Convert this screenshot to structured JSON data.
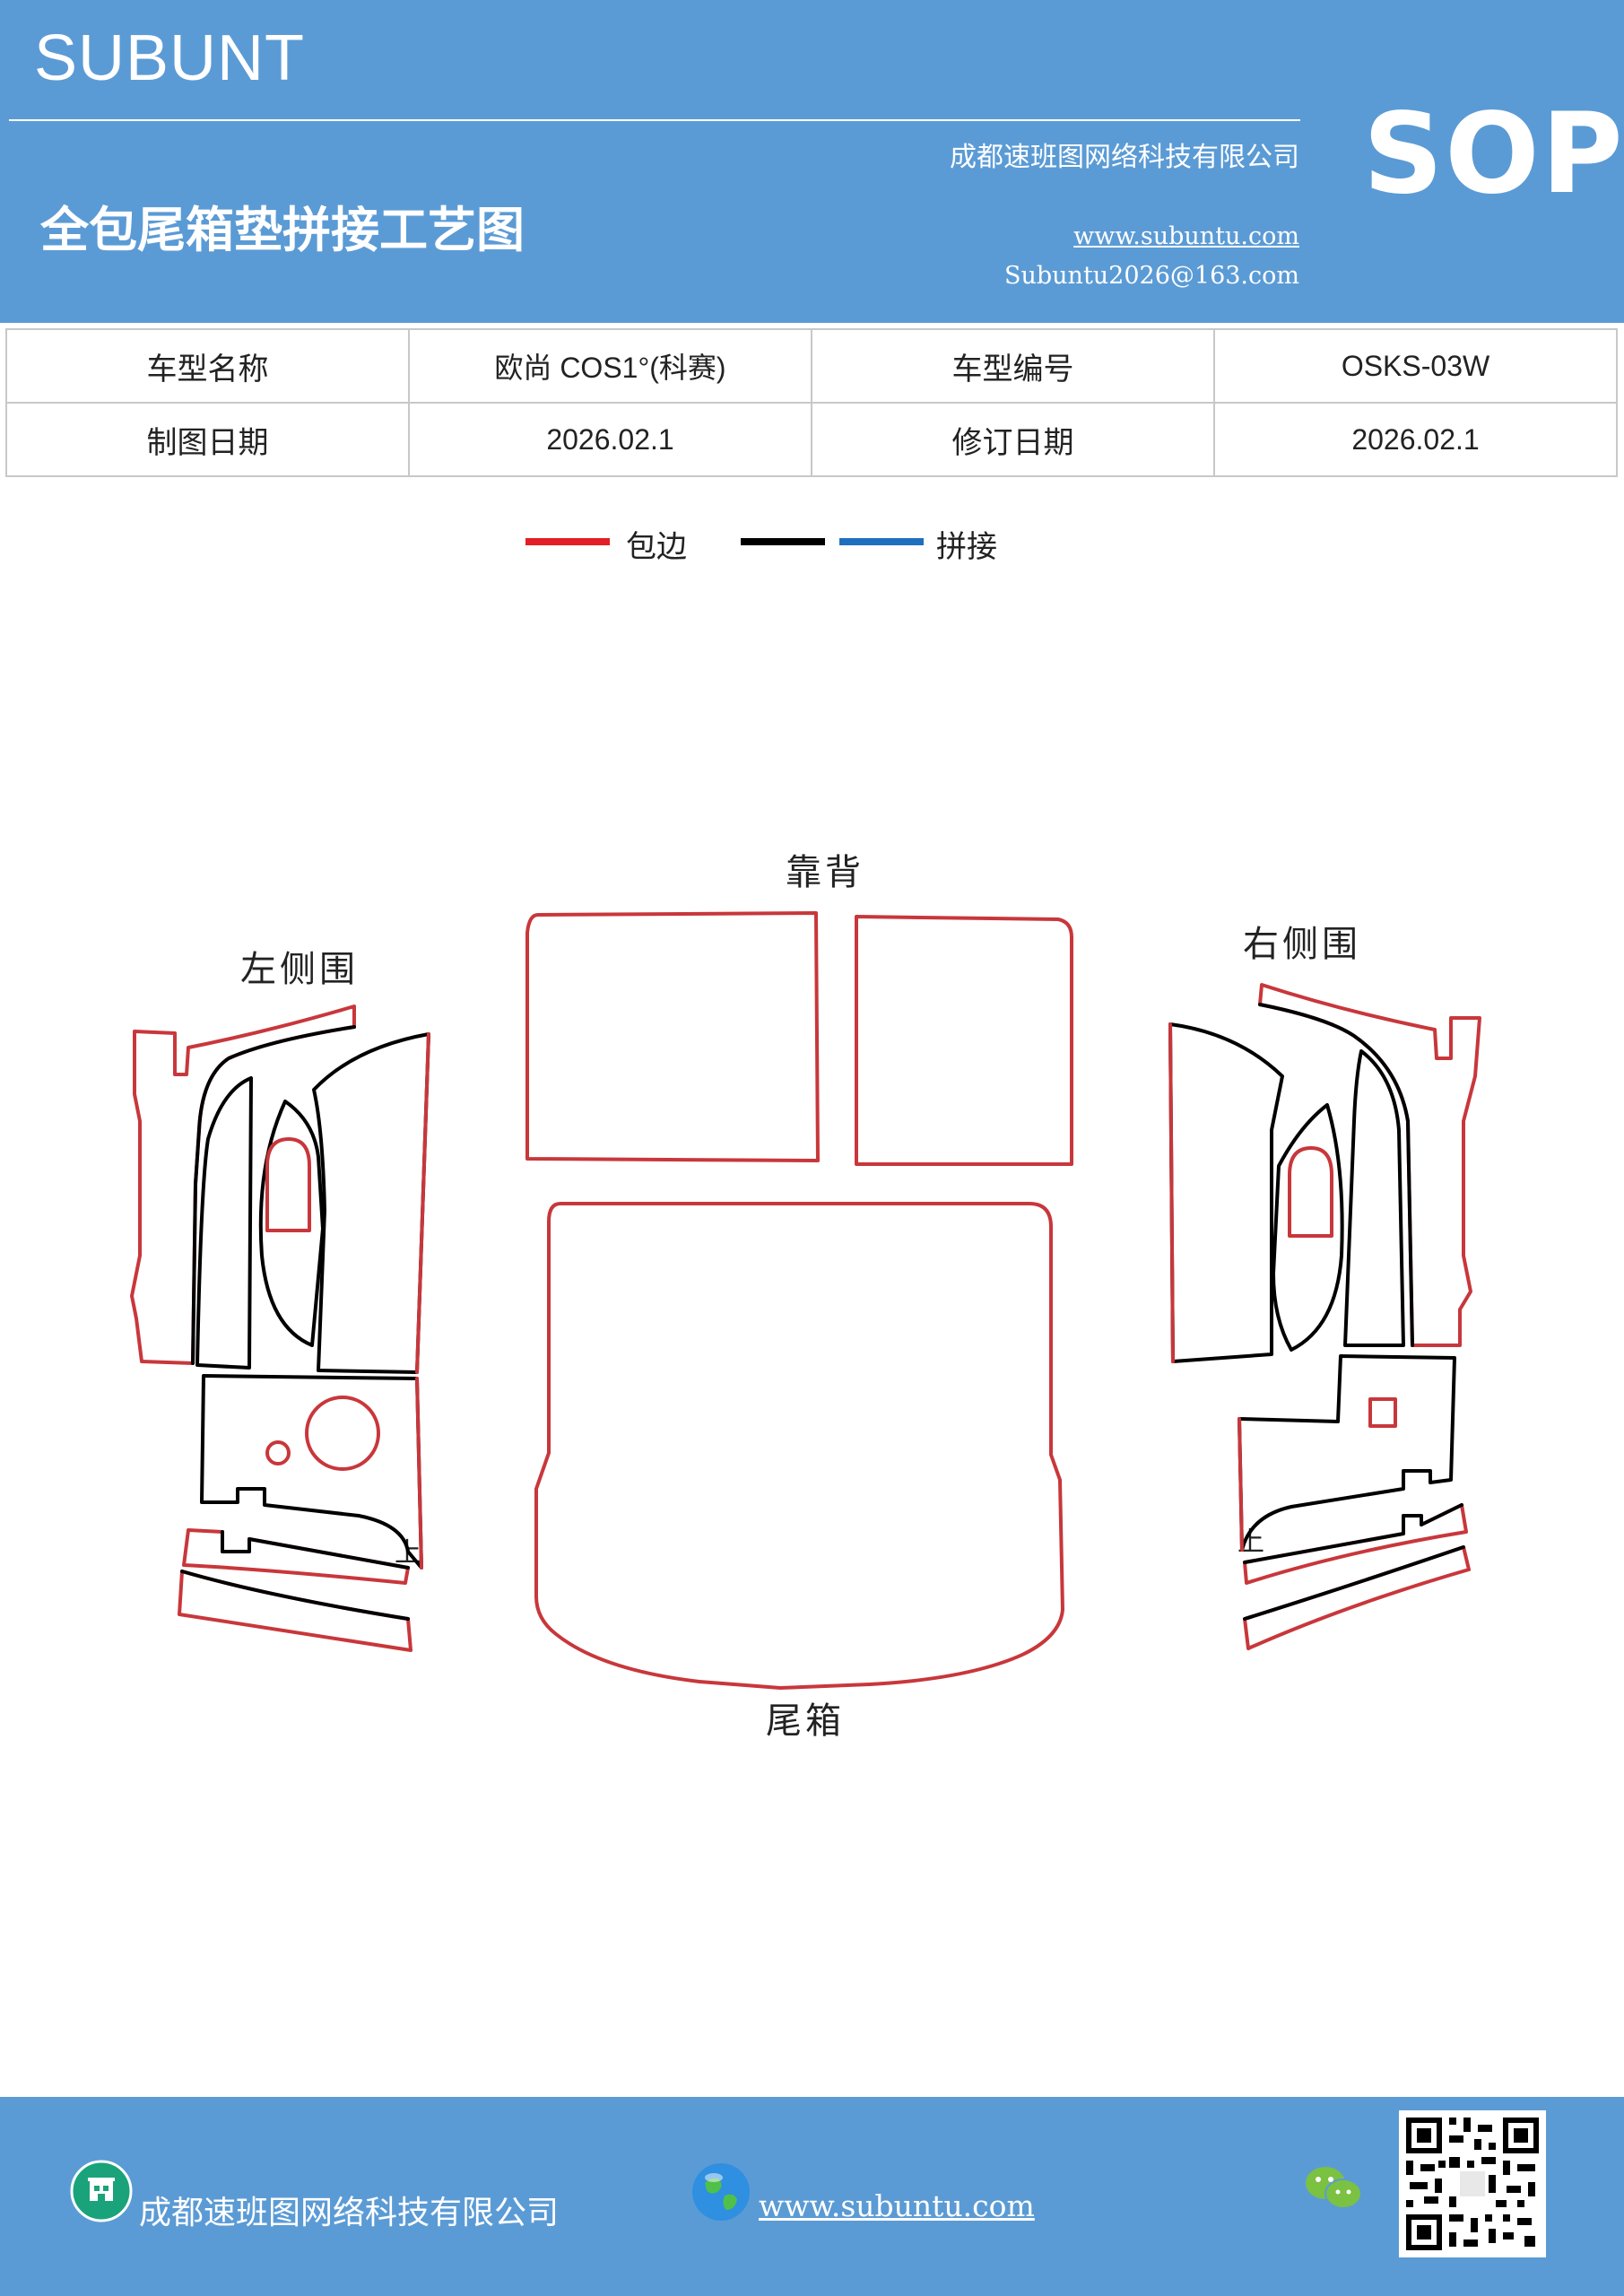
{
  "header": {
    "brand": "SUBUNT",
    "company": "成都速班图网络科技有限公司",
    "title": "全包尾箱垫拼接工艺图",
    "website": "www.subuntu.com",
    "email": "Subuntu2026@163.com",
    "badge": "SOP"
  },
  "info": {
    "model_name_label": "车型名称",
    "model_name_value": "欧尚 COS1°(科赛)",
    "model_code_label": "车型编号",
    "model_code_value": "OSKS-03W",
    "draw_date_label": "制图日期",
    "draw_date_value": "2026.02.1",
    "revise_date_label": "修订日期",
    "revise_date_value": "2026.02.1"
  },
  "legend": {
    "edge_label": "包边",
    "splice_label": "拼接",
    "edge_color": "#e41e26",
    "black_color": "#000000",
    "blue_color": "#1f6fbf"
  },
  "diagram": {
    "backrest": "靠背",
    "left_side": "左侧围",
    "right_side": "右侧围",
    "trunk": "尾箱",
    "top_mark_left": "上",
    "top_mark_right": "上",
    "outline_color": "#c8373b"
  },
  "footer": {
    "company": "成都速班图网络科技有限公司",
    "website": "www.subuntu.com"
  }
}
